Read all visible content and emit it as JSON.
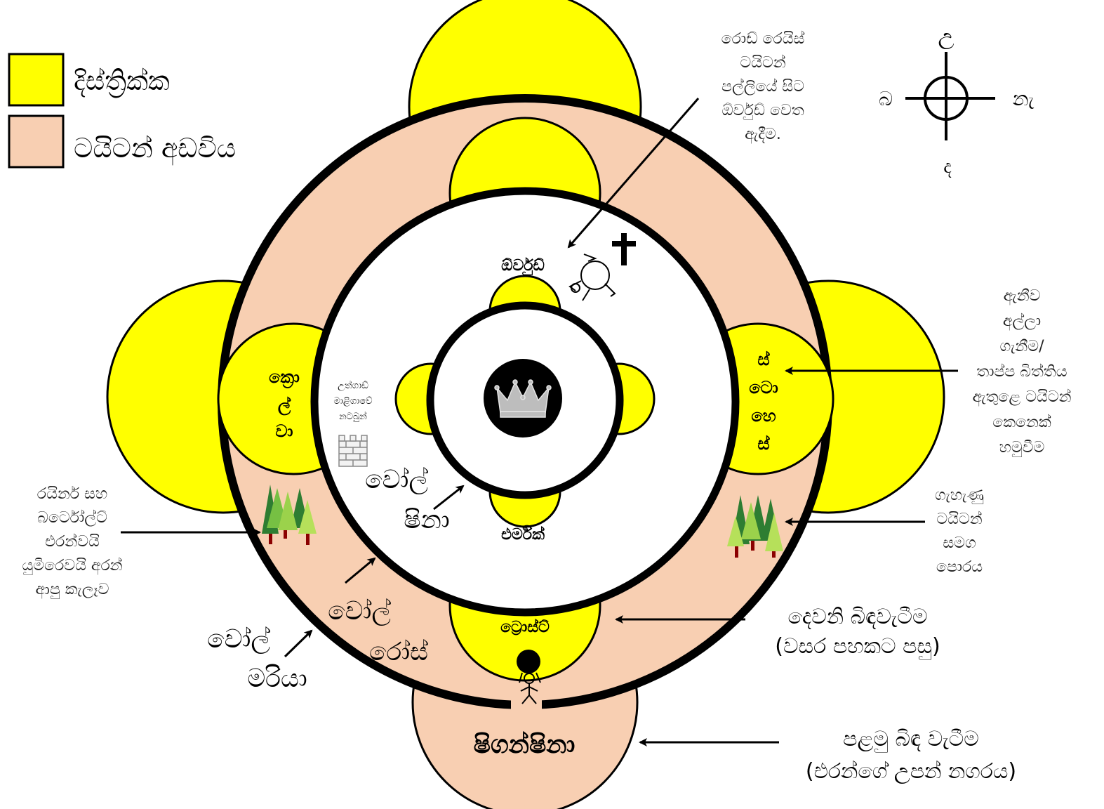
{
  "legend": {
    "districts": "දිස්ත්‍රික්ක",
    "titan_zone": "ටයිටන් අඩවිය"
  },
  "compass": {
    "north": "උ",
    "south": "ද",
    "east": "නැ",
    "west": "බ"
  },
  "colors": {
    "district": "#ffff00",
    "titan_zone": "#f8cfb2",
    "ring": "#000000"
  },
  "walls": {
    "maria": [
      "වෝල්",
      "මරියා"
    ],
    "rose": [
      "වෝල්",
      "රෝස්"
    ],
    "sina": [
      "වෝල්",
      "ෂිනා"
    ]
  },
  "districts": {
    "orvud": "ඕර්වුඩ්",
    "ermich": "එර්මික්",
    "trost": "ට්‍රොස්ට්",
    "krolva": [
      "ක්‍රො",
      "ල්",
      "වා"
    ],
    "stohess": [
      "ස්",
      "ටො",
      "හෙ",
      "ස්"
    ],
    "shiganshina": "ෂිගන්ෂිනා"
  },
  "annotations": {
    "underground": [
      "උත්ගාඩ්",
      "මාළිගාවේ",
      "නටබුන්"
    ],
    "reiss_chapel": [
      "රොඩ් රෙයිස්",
      "ටයිටන්",
      "පල්ලියේ සිට",
      "ඕර්වුඩ් වෙත",
      "ඇදීම."
    ],
    "annie": [
      "ඇනීව",
      "අල්ලා",
      "ගැනීම/",
      "තාප්ප බිත්තිය",
      "ඇතුළෙ ටයිටන්",
      "කෙනෙක්",
      "හමුවීම"
    ],
    "forest_west": [
      "රයිනර් සහ",
      "බර්ටෝල්ට්",
      "එරන්වයි",
      "යුමිරෙවයි අරන්",
      "ආපු කැලෑව"
    ],
    "forest_east": [
      "ගැහැණු",
      "ටයිටන්",
      "සමග",
      "පොරය"
    ],
    "second_breach": [
      "දෙවනි බිඳවැටීම",
      "(වසර පහකට පසු)"
    ],
    "first_breach": [
      "පළමු බිඳ වැටීම",
      "(එරන්ගේ උපන් නගරය)"
    ]
  },
  "icons": [
    "crown-icon",
    "cross-icon",
    "brick-wall-icon",
    "pine-trees-icon",
    "titan-figure-icon",
    "colossal-titan-icon"
  ]
}
